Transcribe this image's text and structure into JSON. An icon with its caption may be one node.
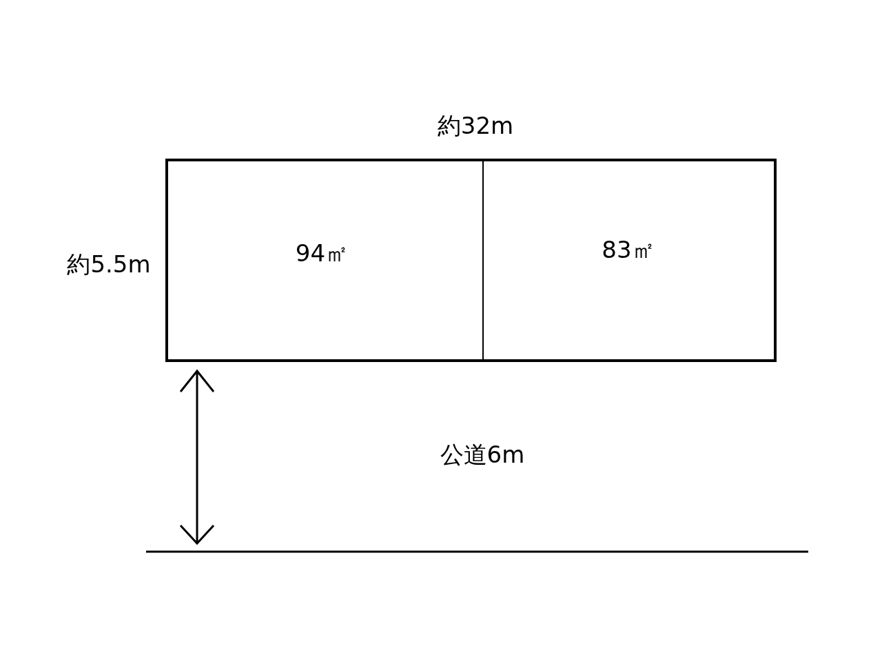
{
  "diagram": {
    "nodes": [
      {
        "text": [
          "94㎡"
        ]
      },
      {
        "text": [
          "83㎡"
        ]
      }
    ],
    "labels": [
      "約32m",
      "約5.5m",
      "公道6m"
    ]
  }
}
